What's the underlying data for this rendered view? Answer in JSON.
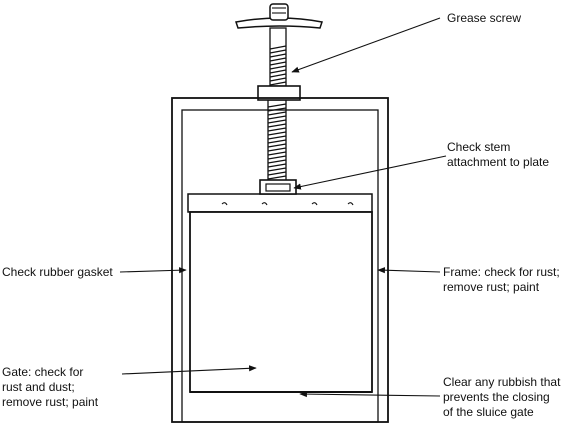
{
  "labels": {
    "grease_screw": "Grease screw",
    "check_stem": [
      "Check stem",
      "attachment to plate"
    ],
    "check_rubber_gasket": "Check rubber gasket",
    "frame": [
      "Frame: check for rust;",
      "remove rust; paint"
    ],
    "gate": [
      "Gate: check for",
      "rust and dust;",
      "remove rust; paint"
    ],
    "rubbish": [
      "Clear any rubbish that",
      "prevents the closing",
      "of the sluice gate"
    ]
  }
}
